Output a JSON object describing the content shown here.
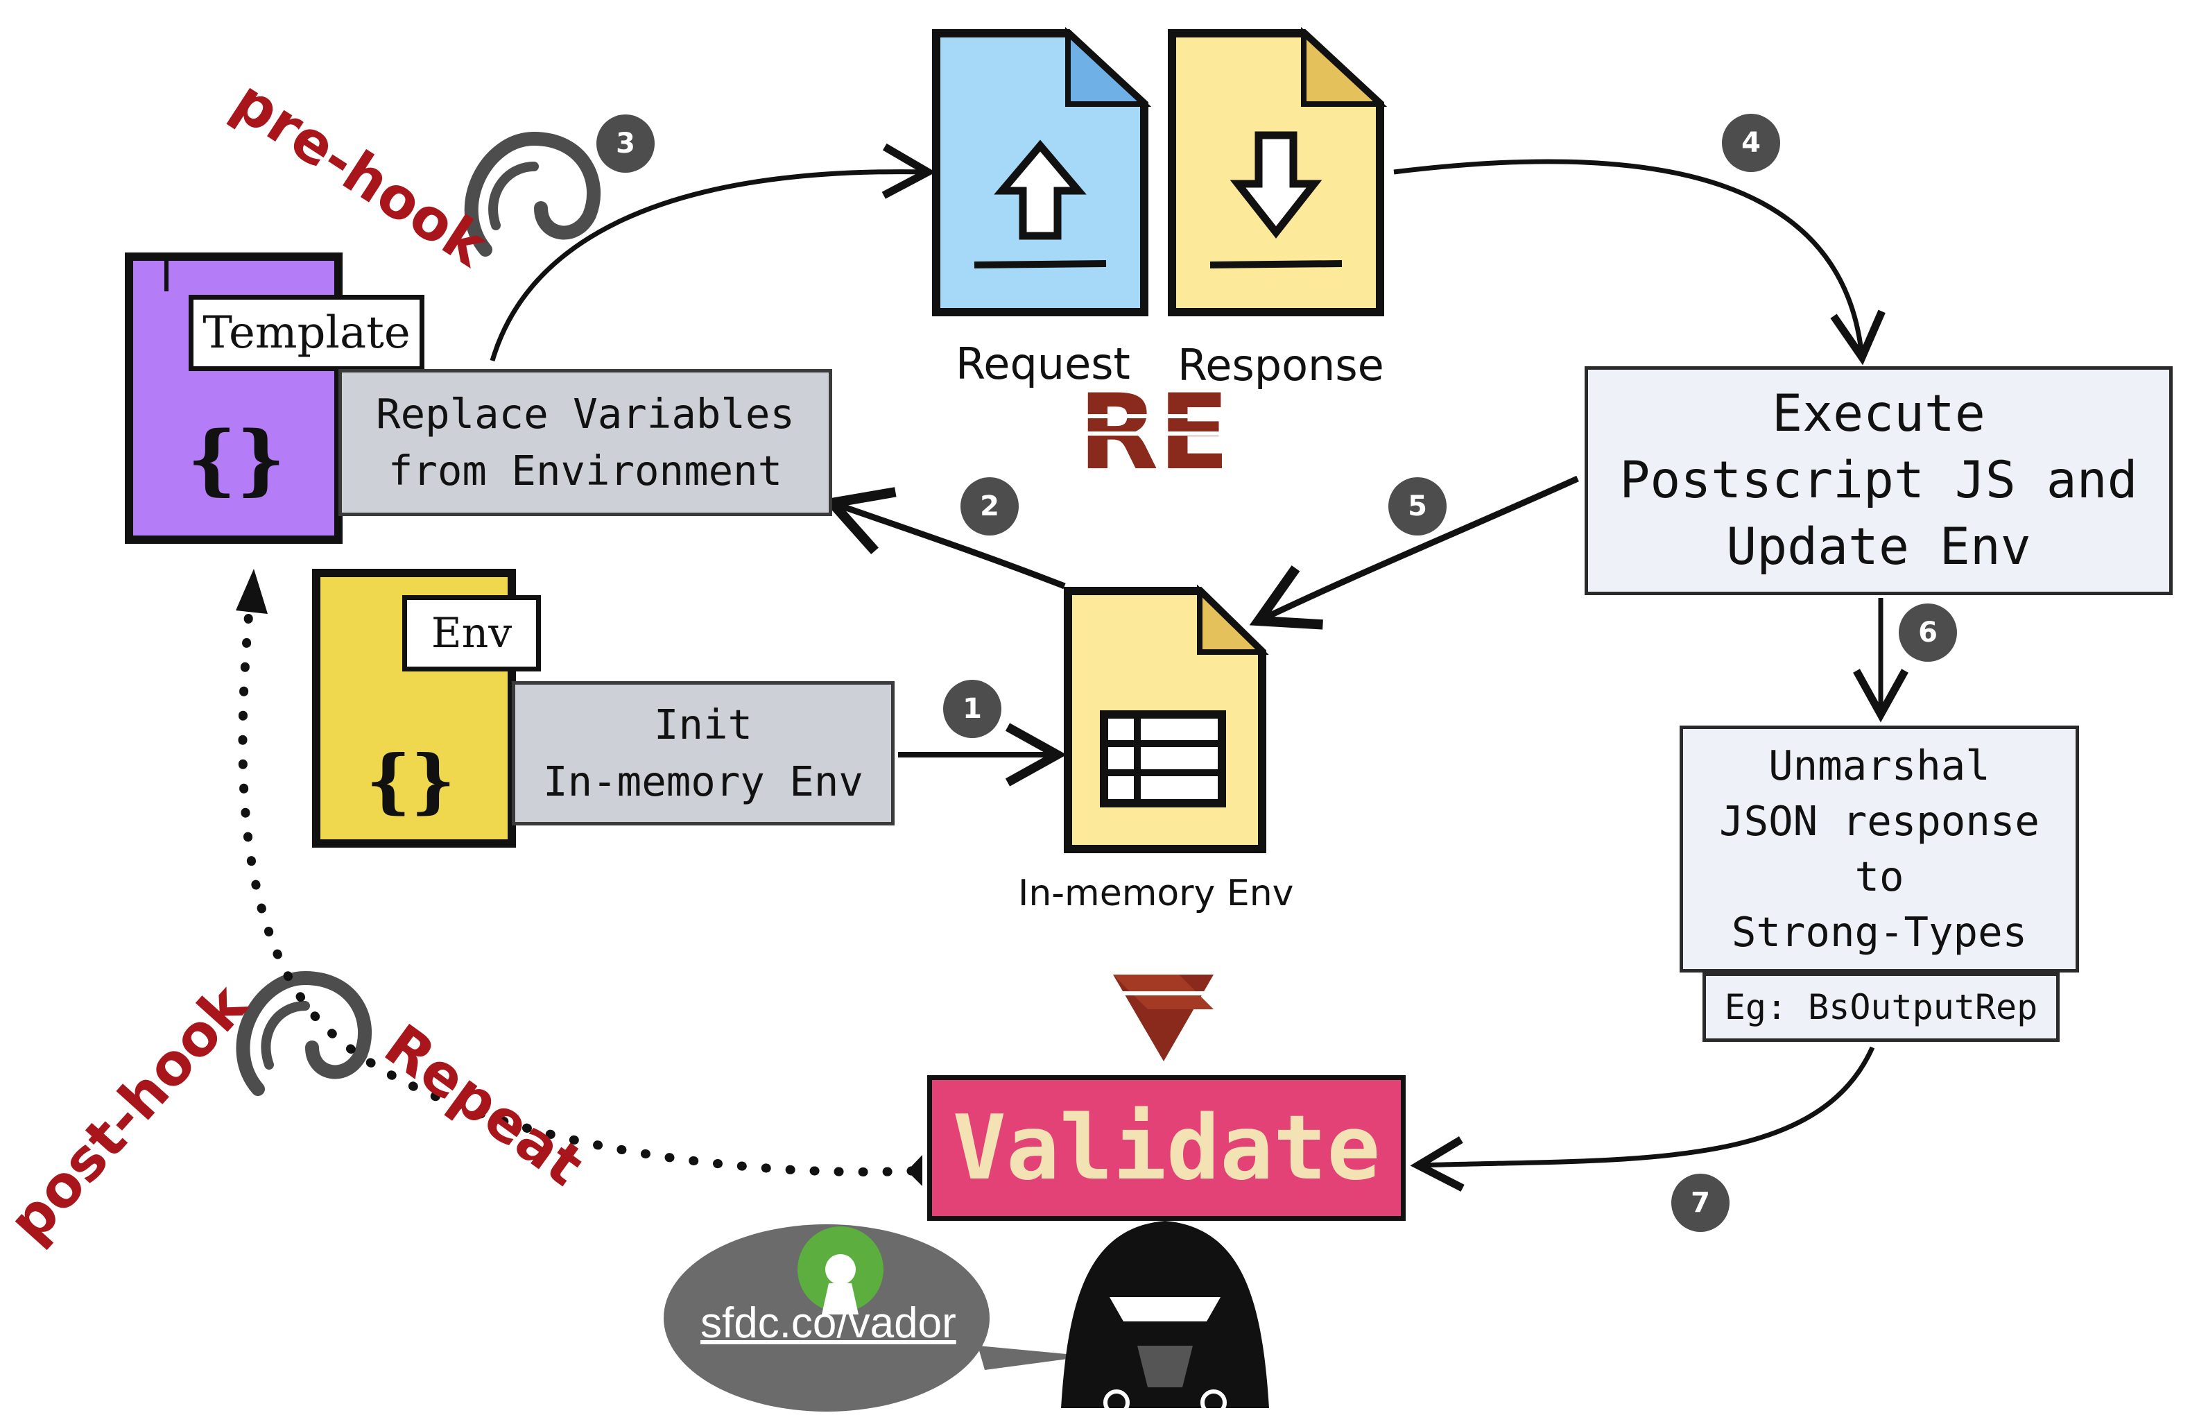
{
  "colors": {
    "template_folder": "#b47cf7",
    "env_folder": "#f0d84e",
    "request_doc": "#a6d9f7",
    "response_doc": "#fce99a",
    "inmemory_doc": "#fce99a",
    "validate_bg": "#e34277",
    "validate_text": "#f3e3b4",
    "gray_box": "#cdd1d7",
    "light_box": "#eef2f8",
    "hook_red": "#a8161b",
    "badge": "#4d4d4d",
    "logo_brown": "#8a2a1c"
  },
  "icons": {
    "template": "folder-braces-icon",
    "env": "folder-braces-icon",
    "request": "upload-document-icon",
    "response": "download-document-icon",
    "inmemory": "table-document-icon",
    "pre_hook": "ear-icon",
    "post_hook": "ear-icon",
    "re_logo": "re-logo",
    "vador_logo": "v-wings-logo",
    "open_source": "open-source-icon",
    "mascot": "darth-vader-icon"
  },
  "labels": {
    "template": "Template",
    "env": "Env",
    "replace_vars": "Replace Variables\nfrom Environment",
    "init_env": "Init\nIn-memory Env",
    "request": "Request",
    "response": "Response",
    "inmemory": "In-memory Env",
    "postscript": "Execute\nPostscript JS and\nUpdate Env",
    "unmarshal": "Unmarshal\nJSON response\nto\nStrong-Types",
    "example": "Eg: BsOutputRep",
    "validate": "Validate",
    "pre_hook": "pre-hook",
    "post_hook": "post-hook",
    "repeat": "Repeat",
    "link": "sfdc.co/vador"
  },
  "steps": [
    {
      "n": "1",
      "from": "init_env",
      "to": "inmemory"
    },
    {
      "n": "2",
      "from": "inmemory",
      "to": "replace_vars"
    },
    {
      "n": "3",
      "from": "replace_vars",
      "to": "request"
    },
    {
      "n": "4",
      "from": "response",
      "to": "postscript"
    },
    {
      "n": "5",
      "from": "postscript",
      "to": "inmemory"
    },
    {
      "n": "6",
      "from": "postscript",
      "to": "unmarshal"
    },
    {
      "n": "7",
      "from": "unmarshal",
      "to": "validate"
    }
  ],
  "loop": {
    "from": "validate",
    "to": "template",
    "label": "Repeat",
    "style": "dotted"
  }
}
